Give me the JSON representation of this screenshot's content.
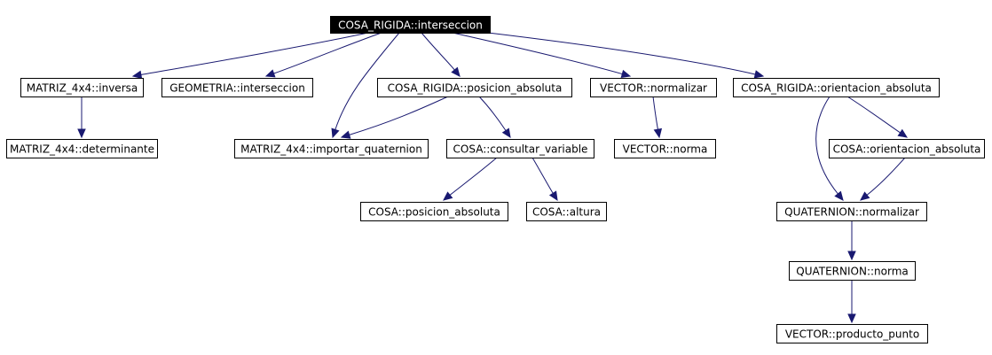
{
  "diagram": {
    "type": "call-graph",
    "colors": {
      "edge": "#191970",
      "root_fill": "#000000",
      "root_text": "#ffffff",
      "node_fill": "#ffffff",
      "node_border": "#000000"
    },
    "nodes": [
      {
        "id": "root",
        "label": "COSA_RIGIDA::interseccion",
        "root": true
      },
      {
        "id": "m_inv",
        "label": "MATRIZ_4x4::inversa"
      },
      {
        "id": "geo_int",
        "label": "GEOMETRIA::interseccion"
      },
      {
        "id": "cr_pos",
        "label": "COSA_RIGIDA::posicion_absoluta"
      },
      {
        "id": "v_norm",
        "label": "VECTOR::normalizar"
      },
      {
        "id": "cr_ori",
        "label": "COSA_RIGIDA::orientacion_absoluta"
      },
      {
        "id": "m_det",
        "label": "MATRIZ_4x4::determinante"
      },
      {
        "id": "m_imp",
        "label": "MATRIZ_4x4::importar_quaternion"
      },
      {
        "id": "c_cons",
        "label": "COSA::consultar_variable"
      },
      {
        "id": "v_norma",
        "label": "VECTOR::norma"
      },
      {
        "id": "c_ori",
        "label": "COSA::orientacion_absoluta"
      },
      {
        "id": "c_pos",
        "label": "COSA::posicion_absoluta"
      },
      {
        "id": "c_alt",
        "label": "COSA::altura"
      },
      {
        "id": "q_norm",
        "label": "QUATERNION::normalizar"
      },
      {
        "id": "q_norma",
        "label": "QUATERNION::norma"
      },
      {
        "id": "v_pp",
        "label": "VECTOR::producto_punto"
      }
    ],
    "edges": [
      {
        "from": "root",
        "to": "m_inv"
      },
      {
        "from": "root",
        "to": "geo_int"
      },
      {
        "from": "root",
        "to": "m_imp"
      },
      {
        "from": "root",
        "to": "cr_pos"
      },
      {
        "from": "root",
        "to": "v_norm"
      },
      {
        "from": "root",
        "to": "cr_ori"
      },
      {
        "from": "m_inv",
        "to": "m_det"
      },
      {
        "from": "cr_pos",
        "to": "m_imp"
      },
      {
        "from": "cr_pos",
        "to": "c_cons"
      },
      {
        "from": "v_norm",
        "to": "v_norma"
      },
      {
        "from": "cr_ori",
        "to": "q_norm"
      },
      {
        "from": "cr_ori",
        "to": "c_ori"
      },
      {
        "from": "c_cons",
        "to": "c_pos"
      },
      {
        "from": "c_cons",
        "to": "c_alt"
      },
      {
        "from": "c_ori",
        "to": "q_norm"
      },
      {
        "from": "q_norm",
        "to": "q_norma"
      },
      {
        "from": "q_norma",
        "to": "v_pp"
      }
    ]
  }
}
